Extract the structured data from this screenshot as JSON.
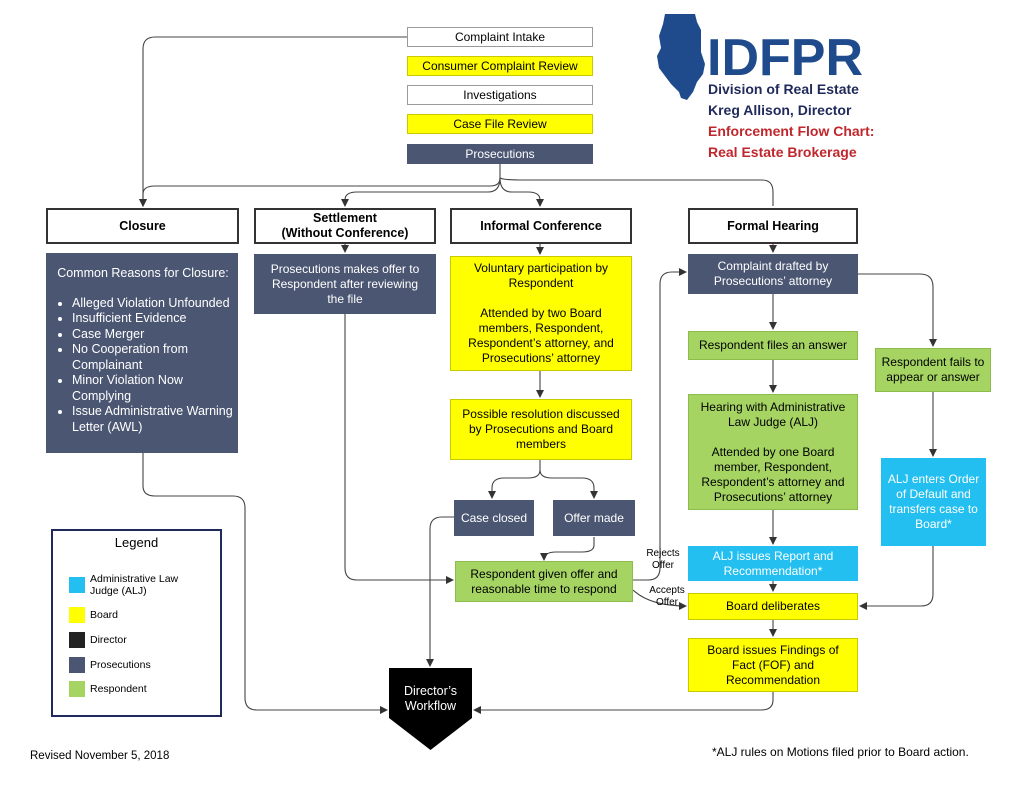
{
  "top_flow": {
    "complaint_intake": "Complaint Intake",
    "consumer_complaint_review": "Consumer Complaint Review",
    "investigations": "Investigations",
    "case_file_review": "Case File Review",
    "prosecutions": "Prosecutions"
  },
  "branding": {
    "logo_text": "IDFPR",
    "division": "Division of Real Estate",
    "director": "Kreg Allison, Director",
    "chart_title_line1": "Enforcement Flow Chart:",
    "chart_title_line2": "Real Estate Brokerage",
    "logo_color": "#1f4b8c",
    "title_color": "#c0272d",
    "subtitle_color": "#1f2a5a"
  },
  "headers": {
    "closure": "Closure",
    "settlement_line1": "Settlement",
    "settlement_line2": "(Without Conference)",
    "informal_conference": "Informal Conference",
    "formal_hearing": "Formal Hearing"
  },
  "closure": {
    "intro": "Common Reasons for Closure:",
    "reasons": [
      "Alleged Violation Unfounded",
      "Insufficient Evidence",
      "Case Merger",
      "No Cooperation from Complainant",
      "Minor Violation Now Complying",
      "Issue Administrative Warning Letter (AWL)"
    ]
  },
  "settlement": {
    "offer": "Prosecutions makes offer to Respondent after reviewing the file"
  },
  "informal": {
    "voluntary": "Voluntary participation by Respondent",
    "attended": "Attended by two Board members, Respondent, Respondent’s attorney, and Prosecutions’ attorney",
    "resolution": "Possible resolution discussed by Prosecutions and Board members",
    "case_closed": "Case closed",
    "offer_made": "Offer made",
    "given_offer": "Respondent given offer and reasonable time to respond",
    "rejects_offer": "Rejects Offer",
    "accepts_offer": "Accepts Offer"
  },
  "formal": {
    "complaint_drafted": "Complaint drafted by Prosecutions’ attorney",
    "files_answer": "Respondent files an answer",
    "hearing": "Hearing with Administrative Law Judge (ALJ)",
    "hearing_attended": "Attended by one Board member, Respondent, Respondent’s attorney and Prosecutions’ attorney",
    "alj_report": "ALJ issues Report and Recommendation*",
    "board_deliberates": "Board deliberates",
    "board_findings": "Board issues Findings of Fact (FOF) and Recommendation",
    "fails_to_appear": "Respondent fails to appear or answer",
    "order_default": "ALJ enters Order of Default and transfers case to Board*"
  },
  "directors_workflow": "Director’s Workflow",
  "legend": {
    "title": "Legend",
    "items": [
      {
        "label": "Administrative Law Judge (ALJ)",
        "color": "#22bff0"
      },
      {
        "label": "Board",
        "color": "#ffff00"
      },
      {
        "label": "Director",
        "color": "#222222"
      },
      {
        "label": "Prosecutions",
        "color": "#4b5672"
      },
      {
        "label": "Respondent",
        "color": "#a5d463"
      }
    ]
  },
  "footer": {
    "revised": "Revised November 5, 2018",
    "footnote": "*ALJ rules on Motions filed prior to Board action."
  }
}
